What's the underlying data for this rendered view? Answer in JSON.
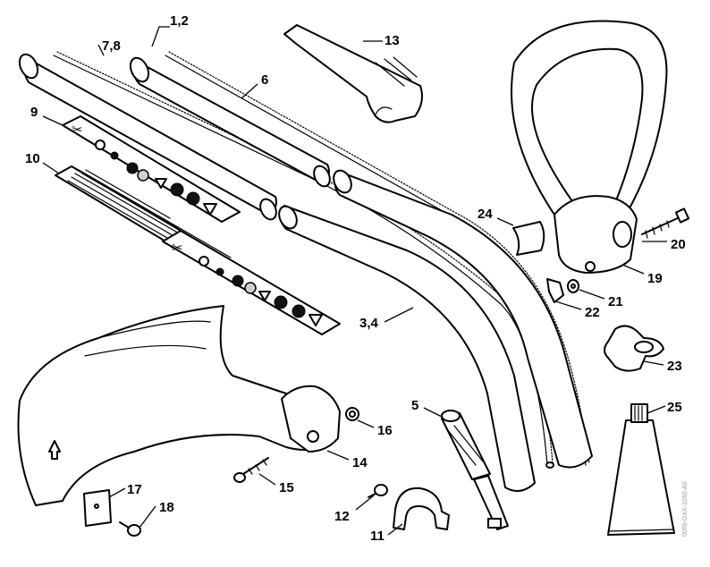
{
  "diagram": {
    "callouts": [
      {
        "key": "c12",
        "label": "1,2"
      },
      {
        "key": "c78",
        "label": "7,8"
      },
      {
        "key": "c6",
        "label": "6"
      },
      {
        "key": "c13",
        "label": "13"
      },
      {
        "key": "c9",
        "label": "9"
      },
      {
        "key": "c10",
        "label": "10"
      },
      {
        "key": "c24",
        "label": "24"
      },
      {
        "key": "c20",
        "label": "20"
      },
      {
        "key": "c19",
        "label": "19"
      },
      {
        "key": "c21",
        "label": "21"
      },
      {
        "key": "c22",
        "label": "22"
      },
      {
        "key": "c34",
        "label": "3,4"
      },
      {
        "key": "c23",
        "label": "23"
      },
      {
        "key": "c5",
        "label": "5"
      },
      {
        "key": "c25",
        "label": "25"
      },
      {
        "key": "c16",
        "label": "16"
      },
      {
        "key": "c14",
        "label": "14"
      },
      {
        "key": "c15",
        "label": "15"
      },
      {
        "key": "c17",
        "label": "17"
      },
      {
        "key": "c18",
        "label": "18"
      },
      {
        "key": "c12b",
        "label": "12"
      },
      {
        "key": "c11",
        "label": "11"
      }
    ],
    "stamp": "0000-GXX-3260-A0"
  }
}
